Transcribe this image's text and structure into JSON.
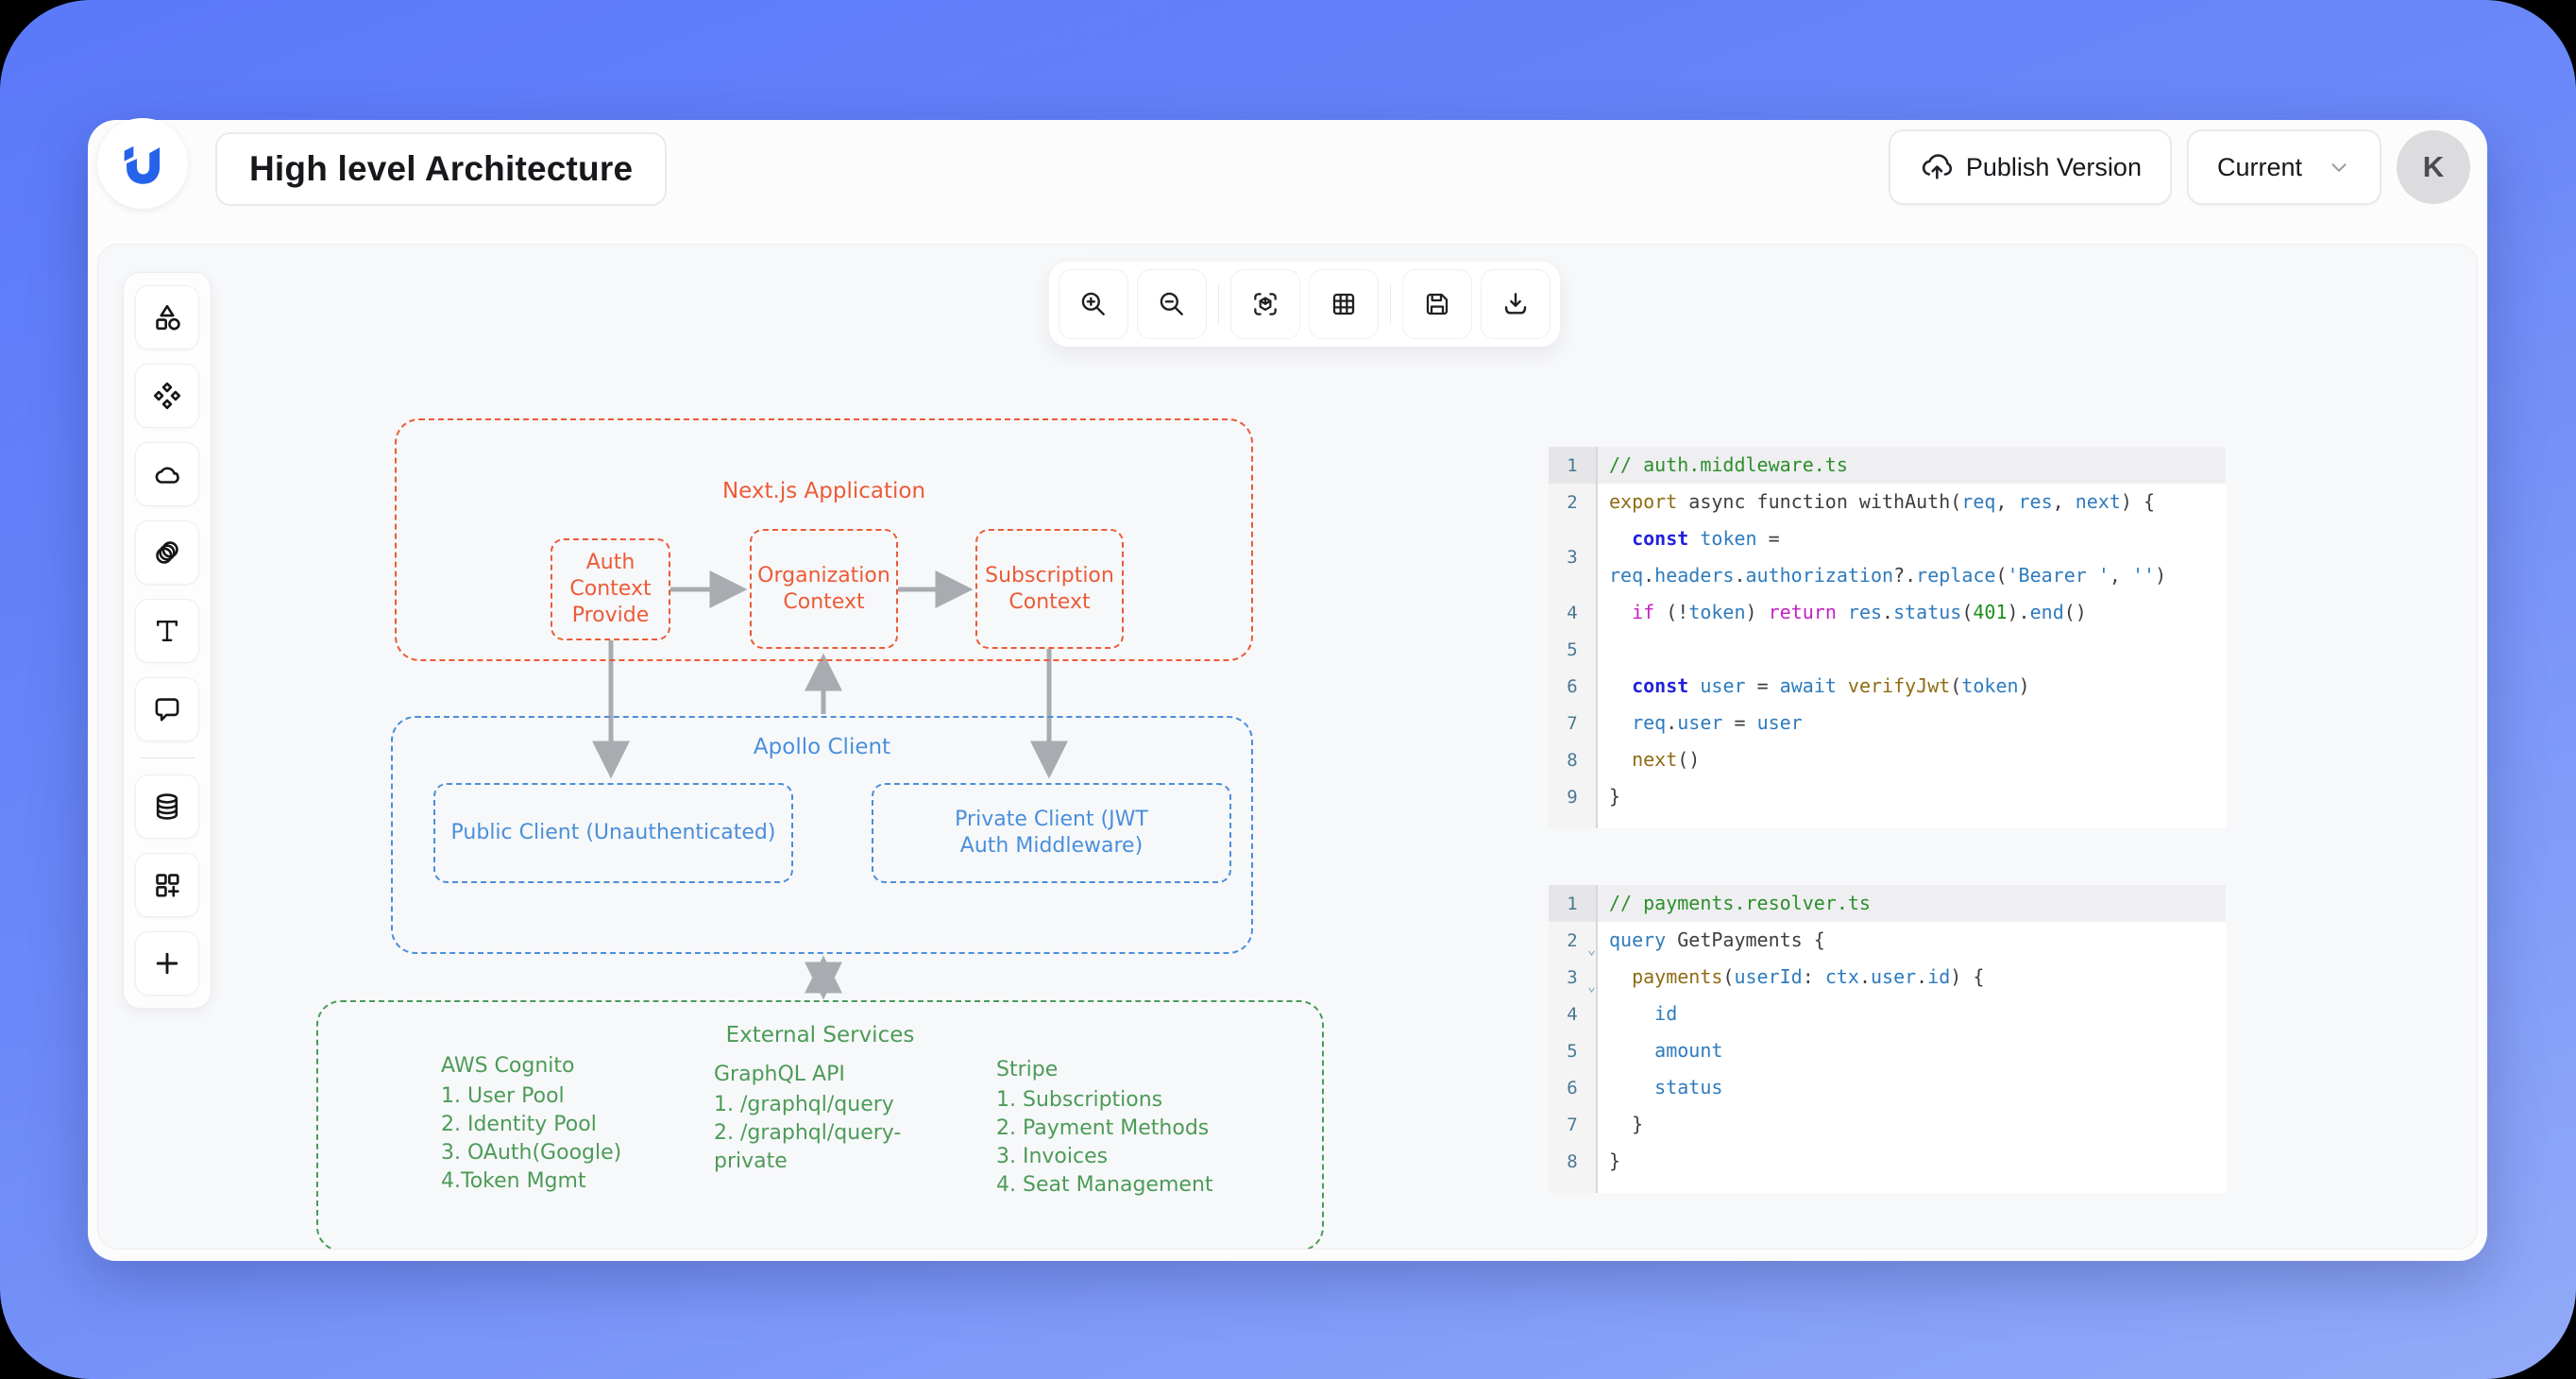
{
  "header": {
    "title": "High level Architecture",
    "publish_label": "Publish Version",
    "version_label": "Current",
    "avatar_initial": "K"
  },
  "sidebar": {
    "tools": [
      "shapes",
      "diamond-cluster",
      "cloud",
      "rings",
      "text",
      "comment",
      "database",
      "blocks-add",
      "add"
    ]
  },
  "canvas_toolbar": {
    "tools": [
      "zoom-in",
      "zoom-out",
      "cube-scan",
      "grid",
      "save",
      "download"
    ]
  },
  "colors": {
    "frame_blue_top": "#5a79f9",
    "frame_blue_bottom": "#92aaf8",
    "diagram_orange": "#ec5b37",
    "diagram_blue": "#4a8fdb",
    "diagram_green": "#4c9b57",
    "arrow_gray": "#a8abb0",
    "brand_blue": "#2563eb"
  },
  "diagram": {
    "nextjs": {
      "title": "Next.js Application",
      "nodes": [
        "Auth Context Provide",
        "Organization Context",
        "Subscription Context"
      ]
    },
    "apollo": {
      "title": "Apollo Client",
      "nodes": [
        "Public Client (Unauthenticated)",
        "Private Client (JWT Auth Middleware)"
      ]
    },
    "external": {
      "title": "External Services",
      "groups": [
        {
          "title": "AWS Cognito",
          "items": [
            "1. User Pool",
            "2. Identity Pool",
            "3. OAuth(Google)",
            "4.Token Mgmt"
          ]
        },
        {
          "title": "GraphQL API",
          "items": [
            "1. /graphql/query",
            "2. /graphql/query-private"
          ]
        },
        {
          "title": "Stripe",
          "items": [
            "1. Subscriptions",
            "2. Payment Methods",
            "3. Invoices",
            "4. Seat Management"
          ]
        }
      ]
    }
  },
  "code_blocks": [
    {
      "name": "auth-middleware",
      "lines": [
        {
          "n": "1",
          "hl": true,
          "rows": [
            [
              {
                "t": "// auth.middleware.ts",
                "c": "cmt"
              }
            ]
          ]
        },
        {
          "n": "2",
          "rows": [
            [
              {
                "t": "export",
                "c": "kw1"
              },
              {
                "t": " async function withAuth(",
                "c": "pl"
              },
              {
                "t": "req",
                "c": "id"
              },
              {
                "t": ", ",
                "c": "pl"
              },
              {
                "t": "res",
                "c": "id"
              },
              {
                "t": ", ",
                "c": "pl"
              },
              {
                "t": "next",
                "c": "id"
              },
              {
                "t": ") {",
                "c": "pl"
              }
            ]
          ]
        },
        {
          "n": "3",
          "rows": [
            [
              {
                "t": "  ",
                "c": "pl"
              },
              {
                "t": "const",
                "c": "kw3"
              },
              {
                "t": " ",
                "c": "pl"
              },
              {
                "t": "token",
                "c": "id"
              },
              {
                "t": " = ",
                "c": "pl"
              }
            ],
            [
              {
                "t": "req",
                "c": "id"
              },
              {
                "t": ".",
                "c": "pl"
              },
              {
                "t": "headers",
                "c": "id"
              },
              {
                "t": ".",
                "c": "pl"
              },
              {
                "t": "authorization",
                "c": "id"
              },
              {
                "t": "?.",
                "c": "pl"
              },
              {
                "t": "replace",
                "c": "id"
              },
              {
                "t": "(",
                "c": "pl"
              },
              {
                "t": "'Bearer '",
                "c": "str"
              },
              {
                "t": ", ",
                "c": "pl"
              },
              {
                "t": "''",
                "c": "str"
              },
              {
                "t": ")",
                "c": "pl"
              }
            ]
          ]
        },
        {
          "n": "4",
          "rows": [
            [
              {
                "t": "  ",
                "c": "pl"
              },
              {
                "t": "if",
                "c": "kw2"
              },
              {
                "t": " (!",
                "c": "pl"
              },
              {
                "t": "token",
                "c": "id"
              },
              {
                "t": ") ",
                "c": "pl"
              },
              {
                "t": "return",
                "c": "kw2"
              },
              {
                "t": " ",
                "c": "pl"
              },
              {
                "t": "res",
                "c": "id"
              },
              {
                "t": ".",
                "c": "pl"
              },
              {
                "t": "status",
                "c": "id"
              },
              {
                "t": "(",
                "c": "pl"
              },
              {
                "t": "401",
                "c": "num"
              },
              {
                "t": ").",
                "c": "pl"
              },
              {
                "t": "end",
                "c": "id"
              },
              {
                "t": "()",
                "c": "pl"
              }
            ]
          ]
        },
        {
          "n": "5",
          "rows": [
            []
          ]
        },
        {
          "n": "6",
          "rows": [
            [
              {
                "t": "  ",
                "c": "pl"
              },
              {
                "t": "const",
                "c": "kw3"
              },
              {
                "t": " ",
                "c": "pl"
              },
              {
                "t": "user",
                "c": "id"
              },
              {
                "t": " = ",
                "c": "pl"
              },
              {
                "t": "await",
                "c": "id"
              },
              {
                "t": " ",
                "c": "pl"
              },
              {
                "t": "verifyJwt",
                "c": "kw1"
              },
              {
                "t": "(",
                "c": "pl"
              },
              {
                "t": "token",
                "c": "id"
              },
              {
                "t": ")",
                "c": "pl"
              }
            ]
          ]
        },
        {
          "n": "7",
          "rows": [
            [
              {
                "t": "  ",
                "c": "pl"
              },
              {
                "t": "req",
                "c": "id"
              },
              {
                "t": ".",
                "c": "pl"
              },
              {
                "t": "user",
                "c": "id"
              },
              {
                "t": " = ",
                "c": "pl"
              },
              {
                "t": "user",
                "c": "id"
              }
            ]
          ]
        },
        {
          "n": "8",
          "rows": [
            [
              {
                "t": "  ",
                "c": "pl"
              },
              {
                "t": "next",
                "c": "kw1"
              },
              {
                "t": "()",
                "c": "pl"
              }
            ]
          ]
        },
        {
          "n": "9",
          "rows": [
            [
              {
                "t": "}",
                "c": "pl"
              }
            ]
          ]
        }
      ]
    },
    {
      "name": "payments-resolver",
      "lines": [
        {
          "n": "1",
          "hl": true,
          "rows": [
            [
              {
                "t": "// payments.resolver.ts",
                "c": "cmt"
              }
            ]
          ]
        },
        {
          "n": "2",
          "fold": true,
          "rows": [
            [
              {
                "t": "query",
                "c": "id"
              },
              {
                "t": " GetPayments {",
                "c": "pl"
              }
            ]
          ]
        },
        {
          "n": "3",
          "fold": true,
          "rows": [
            [
              {
                "t": "  ",
                "c": "pl"
              },
              {
                "t": "payments",
                "c": "kw1"
              },
              {
                "t": "(",
                "c": "pl"
              },
              {
                "t": "userId",
                "c": "id"
              },
              {
                "t": ": ",
                "c": "pl"
              },
              {
                "t": "ctx",
                "c": "id"
              },
              {
                "t": ".",
                "c": "pl"
              },
              {
                "t": "user",
                "c": "id"
              },
              {
                "t": ".",
                "c": "pl"
              },
              {
                "t": "id",
                "c": "id"
              },
              {
                "t": ") {",
                "c": "pl"
              }
            ]
          ]
        },
        {
          "n": "4",
          "rows": [
            [
              {
                "t": "    ",
                "c": "pl"
              },
              {
                "t": "id",
                "c": "id"
              }
            ]
          ]
        },
        {
          "n": "5",
          "rows": [
            [
              {
                "t": "    ",
                "c": "pl"
              },
              {
                "t": "amount",
                "c": "id"
              }
            ]
          ]
        },
        {
          "n": "6",
          "rows": [
            [
              {
                "t": "    ",
                "c": "pl"
              },
              {
                "t": "status",
                "c": "id"
              }
            ]
          ]
        },
        {
          "n": "7",
          "rows": [
            [
              {
                "t": "  }",
                "c": "pl"
              }
            ]
          ]
        },
        {
          "n": "8",
          "rows": [
            [
              {
                "t": "}",
                "c": "pl"
              }
            ]
          ]
        }
      ]
    }
  ]
}
